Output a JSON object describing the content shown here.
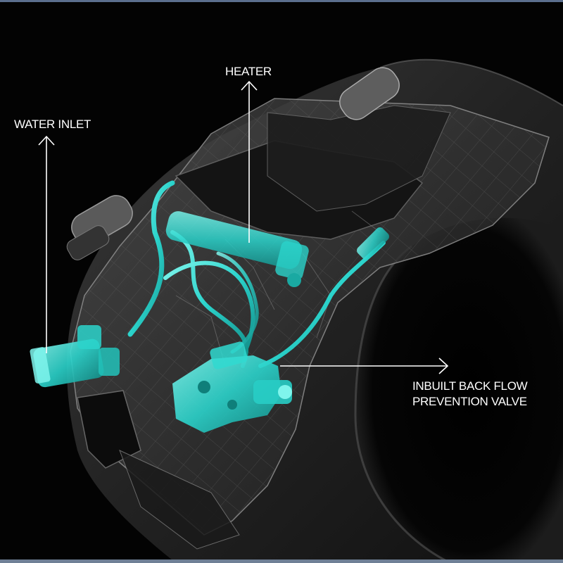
{
  "labels": {
    "water_inlet": "WATER INLET",
    "heater": "HEATER",
    "valve_line1": "INBUILT BACK FLOW",
    "valve_line2": "PREVENTION VALVE"
  },
  "colors": {
    "background": "#030303",
    "seat_shell": "#2a2a2a",
    "water_path": "#2fd8d0",
    "label_text": "#ffffff"
  }
}
